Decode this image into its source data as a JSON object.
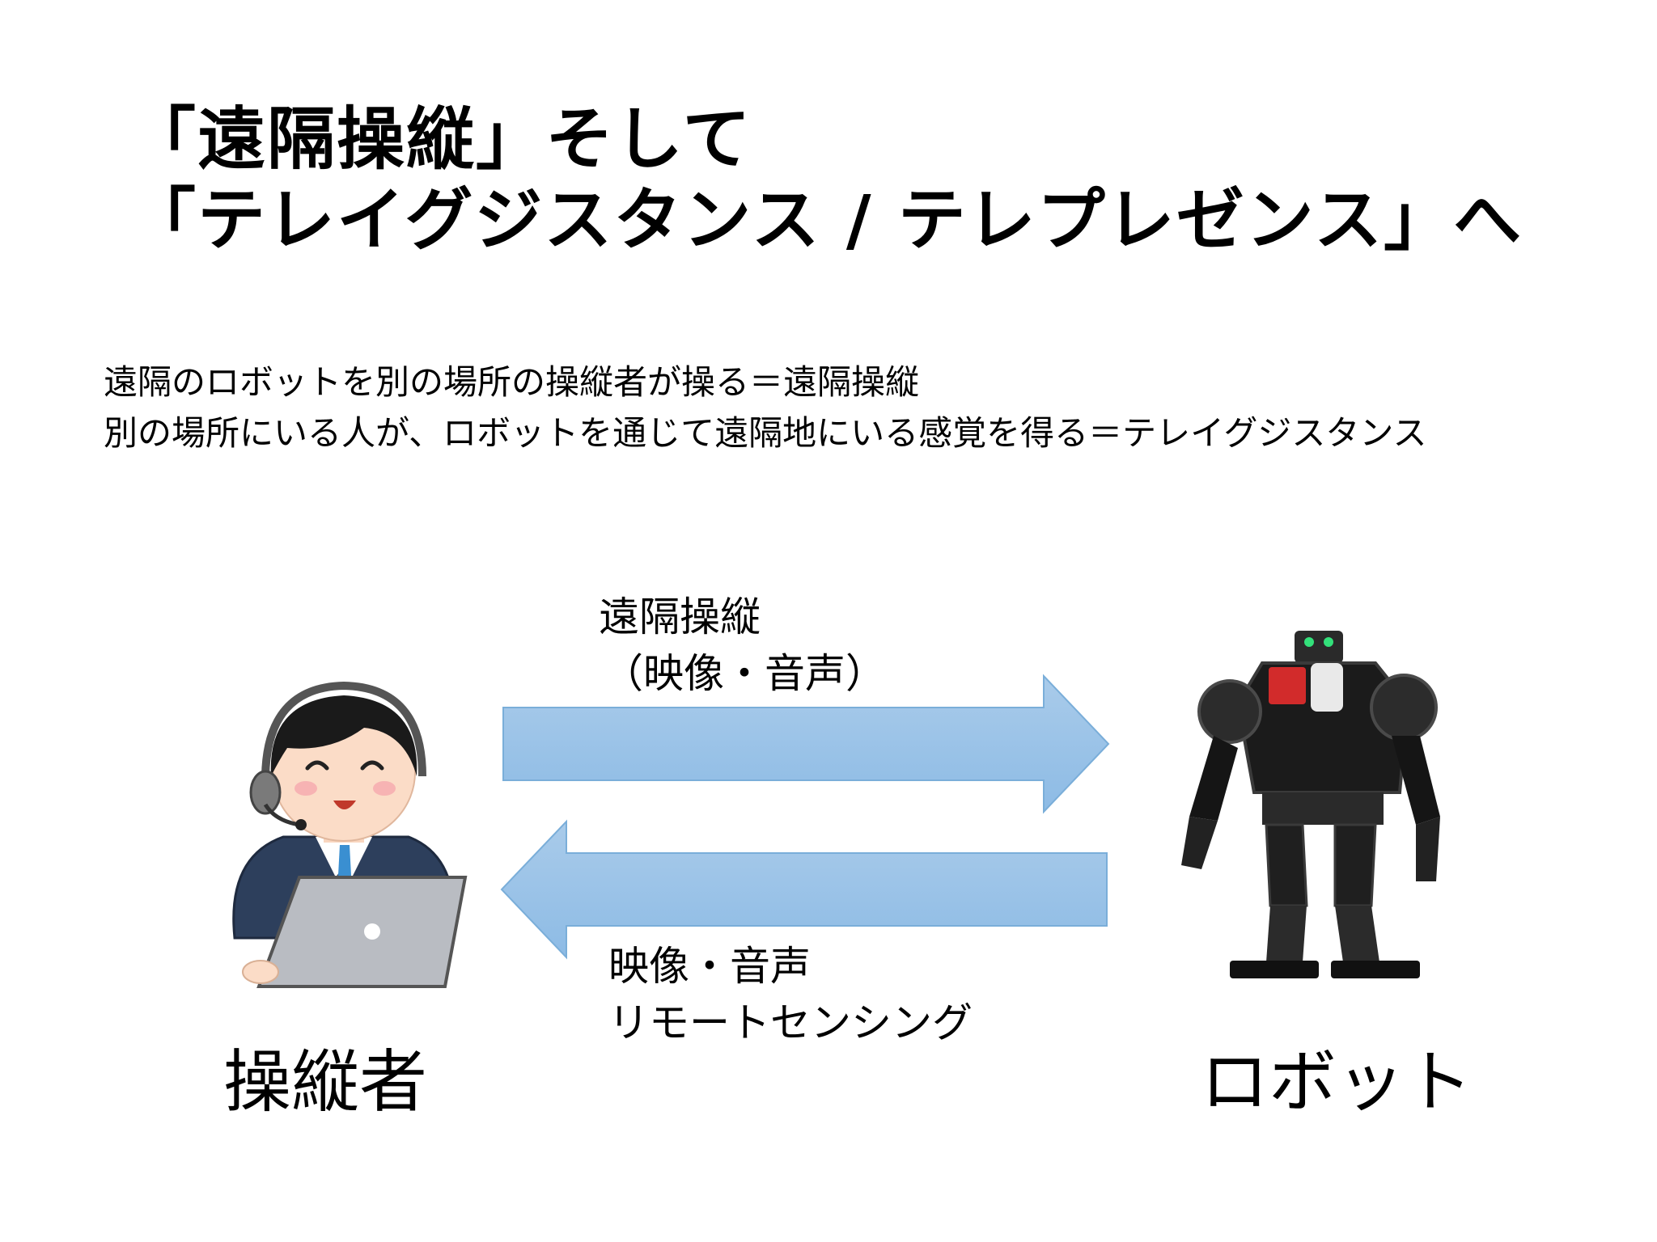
{
  "title": {
    "line1": "「遠隔操縦」そして",
    "line2": "「テレイグジスタンス / テレプレゼンス」へ"
  },
  "description": {
    "line1": "遠隔のロボットを別の場所の操縦者が操る＝遠隔操縦",
    "line2": "別の場所にいる人が、ロボットを通じて遠隔地にいる感覚を得る＝テレイグジスタンス"
  },
  "diagram": {
    "forward": {
      "line1": "遠隔操縦",
      "line2": "（映像・音声）"
    },
    "backward": {
      "line1": "映像・音声",
      "line2": "リモートセンシング"
    },
    "operator_label": "操縦者",
    "robot_label": "ロボット",
    "arrow_fill": "#9dc3e6",
    "arrow_stroke": "#7fb2dd"
  }
}
